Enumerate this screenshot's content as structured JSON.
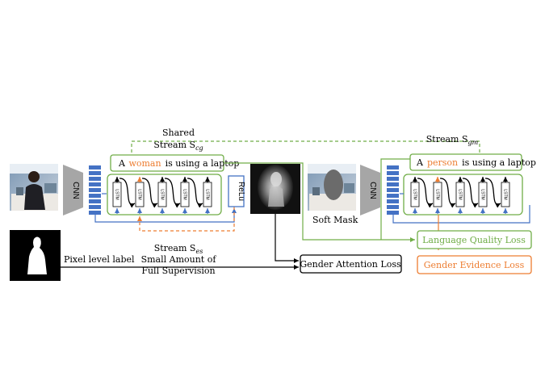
{
  "labels": {
    "shared_line1": "Shared",
    "shared_line2": "Stream S",
    "shared_sub": "cg",
    "stream_gm": "Stream S",
    "stream_gm_sub": "gm",
    "cnn_left": "CNN",
    "cnn_right": "CNN",
    "relu": "ReLu",
    "soft_mask": "Soft Mask",
    "pixel_label": "Pixel level label",
    "stream_es": "Stream S",
    "stream_es_sub": "es",
    "small_amount": "Small Amount of",
    "full_supervision": "Full Supervision",
    "lstm": "LSTM"
  },
  "captions": {
    "left": {
      "word1": "A",
      "highlight": "woman",
      "rest": "is  using a laptop"
    },
    "right": {
      "word1": "A",
      "highlight": "person",
      "rest": "is  using a laptop"
    }
  },
  "losses": {
    "gender_attention": "Gender Attention Loss",
    "language_quality": "Language Quality Loss",
    "gender_evidence": "Gender Evidence Loss"
  },
  "colors": {
    "green": "#70ad47",
    "orange": "#ed7d31",
    "blue": "#4472c4",
    "cnn_gray": "#a6a6a6",
    "black": "#000000"
  }
}
